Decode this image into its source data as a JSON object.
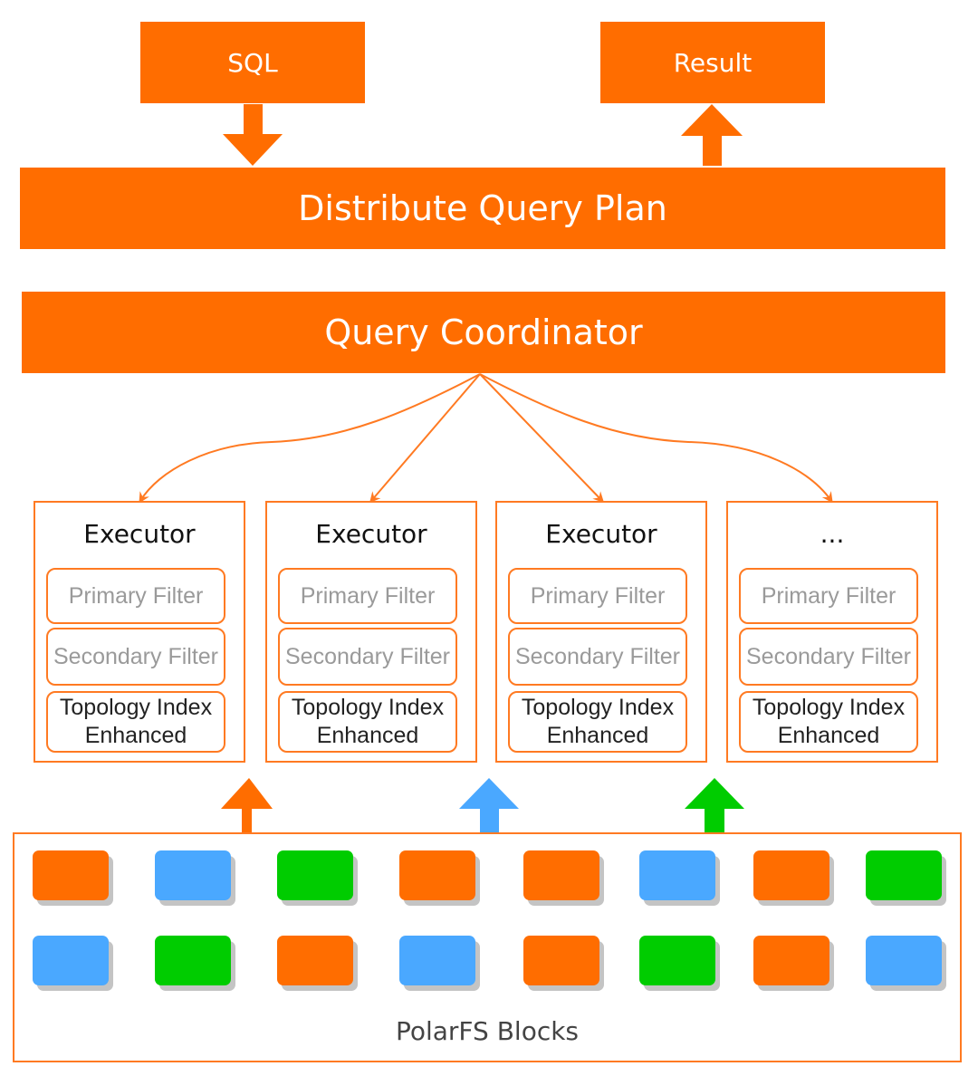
{
  "colors": {
    "orange": "#ff6d00",
    "blue": "#4aa8ff",
    "green": "#00cc00",
    "border_orange": "#ff7a22"
  },
  "input": {
    "label": "SQL"
  },
  "output": {
    "label": "Result"
  },
  "plan": {
    "label": "Distribute Query Plan"
  },
  "coordinator": {
    "label": "Query Coordinator"
  },
  "executors": [
    {
      "title": "Executor",
      "primary": "Primary Filter",
      "secondary": "Secondary Filter",
      "topology": "Topology Index Enhanced"
    },
    {
      "title": "Executor",
      "primary": "Primary Filter",
      "secondary": "Secondary Filter",
      "topology": "Topology Index Enhanced"
    },
    {
      "title": "Executor",
      "primary": "Primary Filter",
      "secondary": "Secondary Filter",
      "topology": "Topology Index Enhanced"
    },
    {
      "title": "...",
      "primary": "Primary Filter",
      "secondary": "Secondary Filter",
      "topology": "Topology Index Enhanced"
    }
  ],
  "upward_arrows": [
    "orange",
    "blue",
    "green"
  ],
  "storage": {
    "label": "PolarFS Blocks",
    "rows": [
      [
        "orange",
        "blue",
        "green",
        "orange",
        "orange",
        "blue",
        "orange",
        "green"
      ],
      [
        "blue",
        "green",
        "orange",
        "blue",
        "orange",
        "green",
        "orange",
        "blue"
      ]
    ]
  }
}
